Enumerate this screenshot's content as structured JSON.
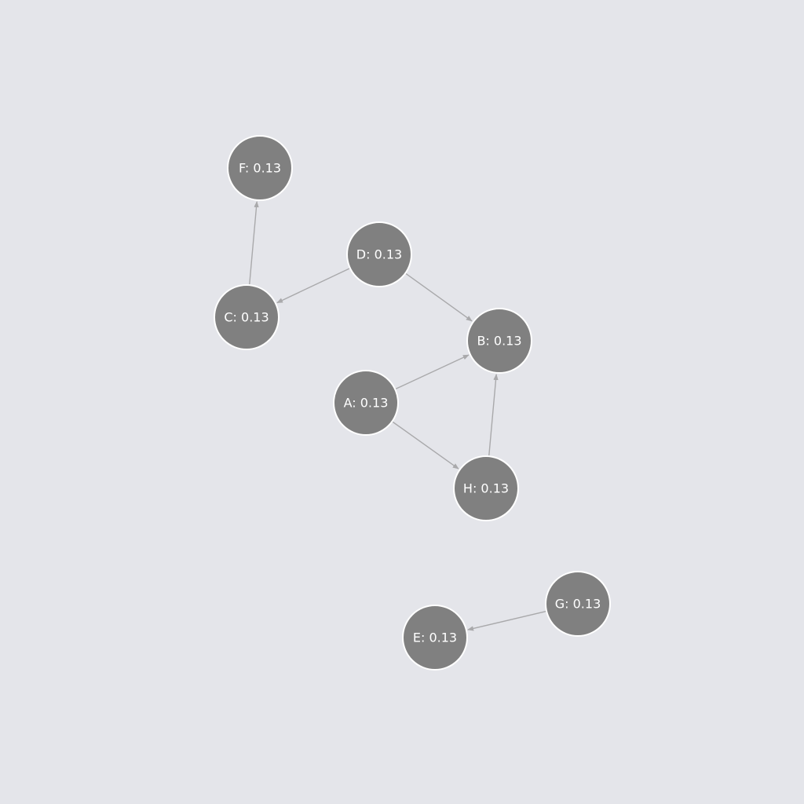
{
  "colors": {
    "background": "#e4e5ea",
    "node_fill": "#808080",
    "node_stroke": "#ffffff",
    "edge": "#a9a9ab",
    "label": "#ffffff"
  },
  "graph": {
    "nodes": [
      {
        "id": "A",
        "label": "A: 0.13"
      },
      {
        "id": "B",
        "label": "B: 0.13"
      },
      {
        "id": "C",
        "label": "C: 0.13"
      },
      {
        "id": "D",
        "label": "D: 0.13"
      },
      {
        "id": "E",
        "label": "E: 0.13"
      },
      {
        "id": "F",
        "label": "F: 0.13"
      },
      {
        "id": "G",
        "label": "G: 0.13"
      },
      {
        "id": "H",
        "label": "H: 0.13"
      }
    ],
    "edges": [
      {
        "from": "A",
        "to": "B"
      },
      {
        "from": "A",
        "to": "H"
      },
      {
        "from": "H",
        "to": "B"
      },
      {
        "from": "D",
        "to": "B"
      },
      {
        "from": "D",
        "to": "C"
      },
      {
        "from": "C",
        "to": "F"
      },
      {
        "from": "G",
        "to": "E"
      }
    ]
  }
}
